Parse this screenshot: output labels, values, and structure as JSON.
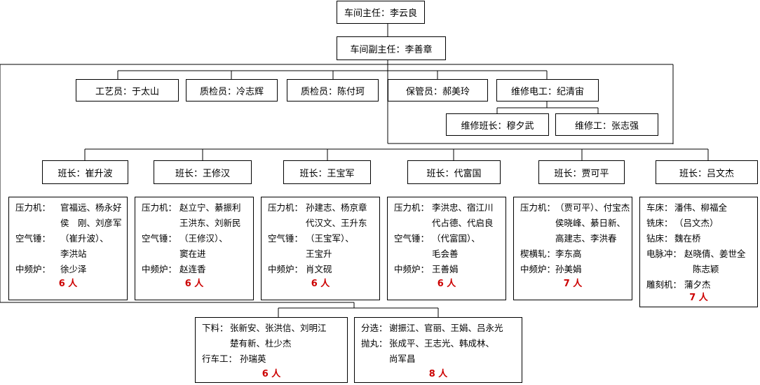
{
  "director": "车间主任：李云良",
  "deputy": "车间副主任：李善章",
  "staff": [
    "工艺员：于太山",
    "质检员：冷志辉",
    "质检员：陈付珂",
    "保管员：郝美玲",
    "维修电工：纪清宙"
  ],
  "maintenance": [
    "维修班长：穆夕武",
    "维修工：张志强"
  ],
  "leaders": [
    "班长：崔升波",
    "班长：王修汉",
    "班长：王宝军",
    "班长：代富国",
    "班长：贾可平",
    "班长：吕文杰"
  ],
  "teams": [
    {
      "lines": [
        [
          "压力机：",
          "官福远、杨永好"
        ],
        [
          "",
          "侯　刚、刘彦军"
        ],
        [
          "空气锤：",
          "（崔升波）、"
        ],
        [
          "",
          "李洪站"
        ],
        [
          "中频炉：",
          "徐少泽"
        ]
      ],
      "count": "6 人"
    },
    {
      "lines": [
        [
          "压力机：",
          "赵立宁、綦振利"
        ],
        [
          "",
          "王洪东、刘新民"
        ],
        [
          "空气锤：",
          "（王修汉）、"
        ],
        [
          "",
          "窦在进"
        ],
        [
          "中频炉：",
          "赵连香"
        ]
      ],
      "count": "6 人"
    },
    {
      "lines": [
        [
          "压力机：",
          "孙建志、杨京章"
        ],
        [
          "",
          "代汉文、王升东"
        ],
        [
          "空气锤：",
          "（王宝军）、"
        ],
        [
          "",
          "王宝升"
        ],
        [
          "中频炉：",
          "肖文砚"
        ]
      ],
      "count": "6 人"
    },
    {
      "lines": [
        [
          "压力机：",
          "李洪忠、宿江川"
        ],
        [
          "",
          "代占德、代启良"
        ],
        [
          "空气锤：",
          "（代富国）、"
        ],
        [
          "",
          "毛会善"
        ],
        [
          "中频炉：",
          "王善娟"
        ]
      ],
      "count": "6 人"
    },
    {
      "lines": [
        [
          "压力机：",
          "（贾可平）、付宝杰"
        ],
        [
          "",
          "侯晓峰、綦日新、"
        ],
        [
          "",
          "高建志、李洪春"
        ],
        [
          "楔横轧：",
          "李东高"
        ],
        [
          "中频炉：",
          "孙美娟"
        ]
      ],
      "count": "7 人"
    },
    {
      "lines": [
        [
          "车床：",
          "潘伟、柳福全"
        ],
        [
          "铣床：",
          "（吕文杰）"
        ],
        [
          "钻床：",
          "魏在桥"
        ],
        [
          "电脉冲：",
          "赵晓倩、姜世全"
        ],
        [
          "",
          "陈志颖"
        ],
        [
          "雕刻机：",
          "蒲夕杰"
        ]
      ],
      "count": "7 人"
    }
  ],
  "bottom": [
    {
      "lines": [
        [
          "下料：",
          "张新安、张洪信、刘明江"
        ],
        [
          "",
          "楚有新、杜少杰"
        ],
        [
          "行车工：",
          "孙瑞英"
        ]
      ],
      "count": "6 人"
    },
    {
      "lines": [
        [
          "分选：",
          "谢振江、官丽、王娟、吕永光"
        ],
        [
          "抛丸：",
          "张成平、王志光、韩成林、"
        ],
        [
          "",
          "尚军昌"
        ]
      ],
      "count": "8 人"
    }
  ]
}
